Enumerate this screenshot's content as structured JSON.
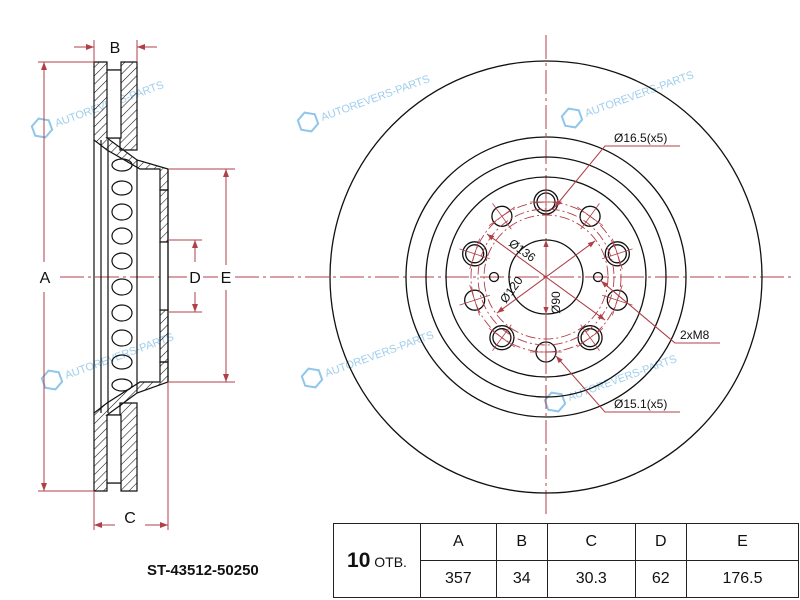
{
  "part_number": "ST-43512-50250",
  "dimension_labels": {
    "A": "A",
    "B": "B",
    "C": "C",
    "D": "D",
    "E": "E"
  },
  "callouts": {
    "hole_large": "Ø16.5(x5)",
    "hole_small": "Ø15.1(x5)",
    "thread": "2xM8",
    "pcd_136": "Ø136",
    "pcd_120": "Ø120",
    "center_bore": "Ø90"
  },
  "watermark": "AUTOREVERS-PARTS",
  "table": {
    "holes_count": "10",
    "holes_unit": "ОТВ.",
    "headers": [
      "A",
      "B",
      "C",
      "D",
      "E"
    ],
    "values": [
      "357",
      "34",
      "30.3",
      "62",
      "176.5"
    ]
  },
  "colors": {
    "dimension": "#b04048",
    "line": "#111111",
    "watermark": "#8fc6ea"
  }
}
